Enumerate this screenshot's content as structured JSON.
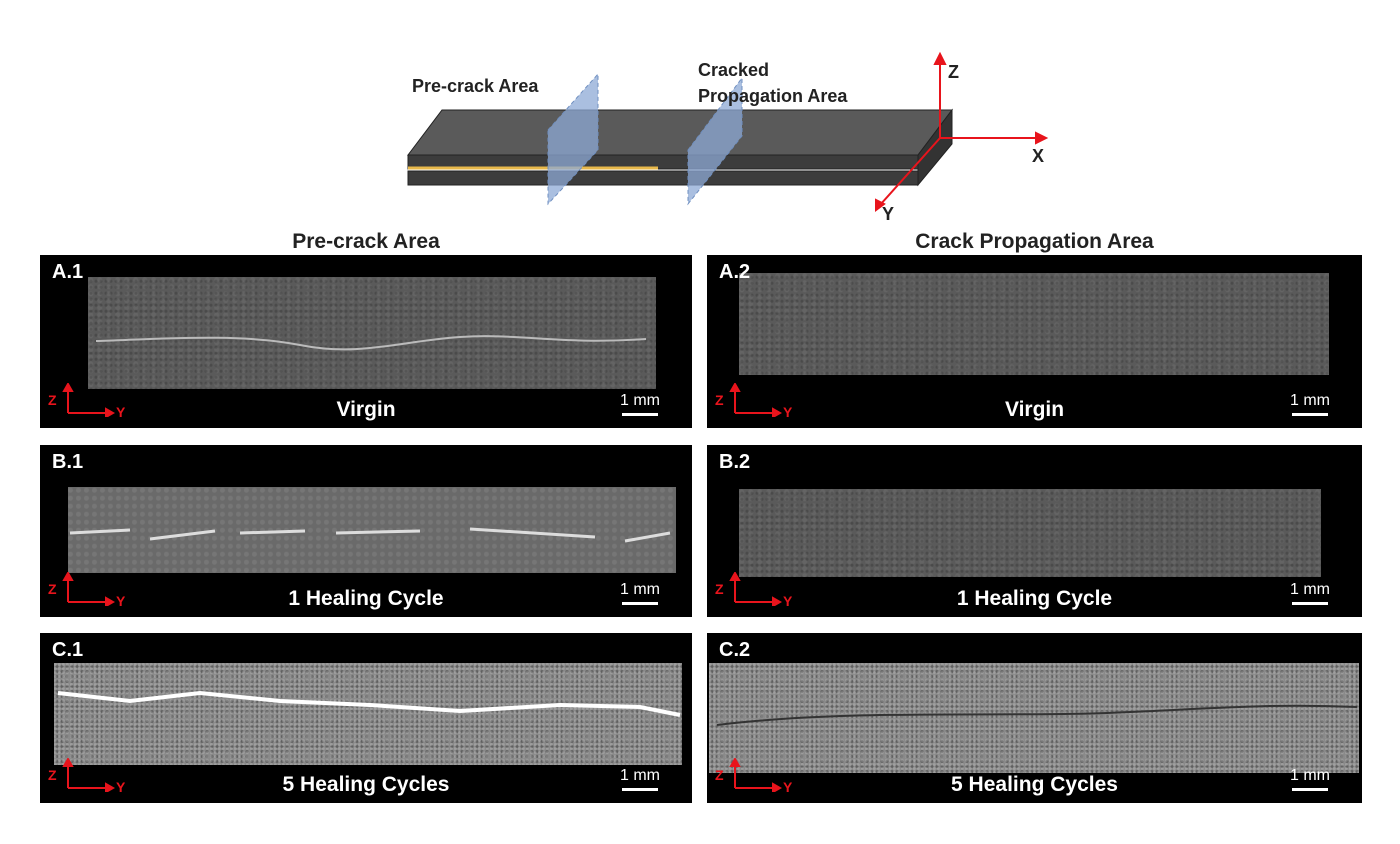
{
  "schematic": {
    "precrack_label": "Pre-crack Area",
    "cracked_label_line1": "Cracked",
    "cracked_label_line2": "Propagation Area",
    "axis_z": "Z",
    "axis_x": "X",
    "axis_y": "Y"
  },
  "columns": {
    "left": "Pre-crack Area",
    "right": "Crack Propagation Area"
  },
  "panels": [
    {
      "tag": "A.1",
      "condition": "Virgin",
      "scale": "1 mm"
    },
    {
      "tag": "A.2",
      "condition": "Virgin",
      "scale": "1 mm"
    },
    {
      "tag": "B.1",
      "condition": "1 Healing Cycle",
      "scale": "1 mm"
    },
    {
      "tag": "B.2",
      "condition": "1 Healing Cycle",
      "scale": "1 mm"
    },
    {
      "tag": "C.1",
      "condition": "5 Healing Cycles",
      "scale": "1 mm"
    },
    {
      "tag": "C.2",
      "condition": "5 Healing Cycles",
      "scale": "1 mm"
    }
  ],
  "panel_axes": {
    "z": "Z",
    "y": "Y"
  },
  "colors": {
    "axis_red": "#e8141c",
    "plane_blue": "#8eaad6",
    "crack_insert": "#e8b84a"
  }
}
